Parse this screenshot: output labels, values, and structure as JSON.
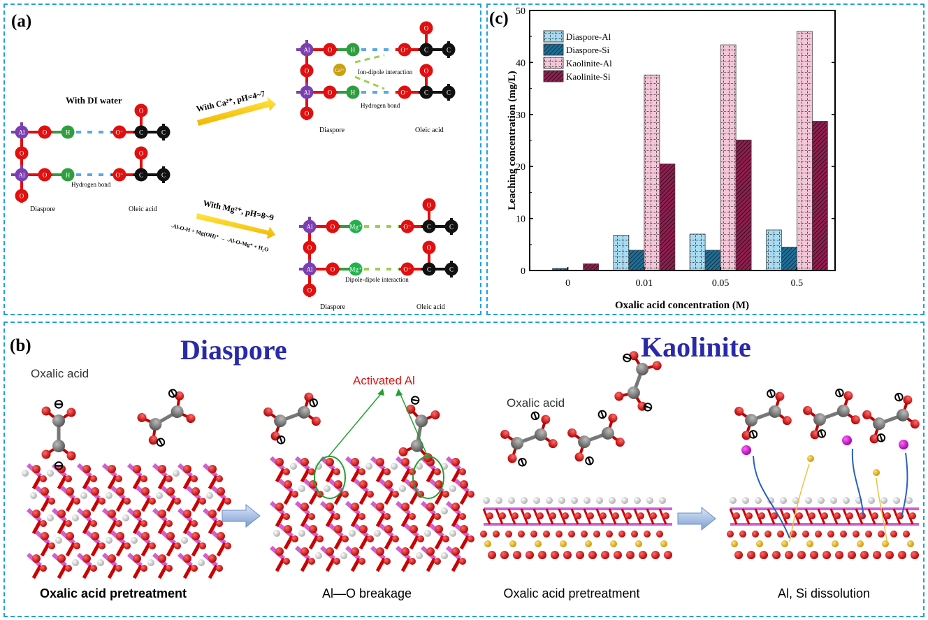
{
  "panel_a": {
    "label": "(a)",
    "di_water": "With DI water",
    "hydrogen_bond": "Hydrogen bond",
    "diaspore": "Diaspore",
    "oleic_acid": "Oleic acid",
    "ca_arrow": "With Ca²⁺, pH=4~7",
    "ion_dipole": "Ion-dipole interaction",
    "ca_ion": "Ca²⁺",
    "mg_arrow": "With Mg²⁺, pH=8~9",
    "mg_equation": "-Al-O-H + Mg(OH)⁺ → -Al-O-Mg⁺ + H₂O",
    "dipole_dipole": "Dipole-dipole interaction",
    "atoms": {
      "al": "Al",
      "o": "O",
      "o_minus": "O⁻",
      "h": "H",
      "c": "C",
      "mg": "Mg⁺"
    }
  },
  "panel_b": {
    "label": "(b)",
    "diaspore_title": "Diaspore",
    "kaolinite_title": "Kaolinite",
    "oxalic_acid_1": "Oxalic acid",
    "oxalic_acid_2": "Oxalic acid",
    "activated_al": "Activated Al",
    "captions": [
      "Oxalic acid pretreatment",
      "Al—O breakage",
      "Oxalic acid pretreatment",
      "Al, Si dissolution"
    ],
    "charge_symbol": "⊖",
    "title_color": "#2a2aa8",
    "activated_color": "#e01010"
  },
  "chart_data": {
    "panel_label": "(c)",
    "type": "bar",
    "xlabel": "Oxalic acid concentration (M)",
    "ylabel": "Leaching concentration (mg/L)",
    "categories": [
      "0",
      "0.01",
      "0.05",
      "0.5"
    ],
    "ylim": [
      0,
      50
    ],
    "yticks": [
      "0",
      "10",
      "20",
      "30",
      "40",
      "50"
    ],
    "legend_position": "top-left",
    "grid": false,
    "series": [
      {
        "name": "Diaspore-Al",
        "values": [
          0,
          6.8,
          7.0,
          7.8
        ],
        "color": "#a8dcf2",
        "pattern": "dots"
      },
      {
        "name": "Diaspore-Si",
        "values": [
          0.4,
          3.9,
          3.9,
          4.5
        ],
        "color": "#1f6e96",
        "pattern": "hatch"
      },
      {
        "name": "Kaolinite-Al",
        "values": [
          0,
          37.6,
          43.4,
          46.0
        ],
        "color": "#f3c6d8",
        "pattern": "dots"
      },
      {
        "name": "Kaolinite-Si",
        "values": [
          1.3,
          20.5,
          25.1,
          28.7
        ],
        "color": "#8e1f4f",
        "pattern": "hatch"
      }
    ]
  }
}
